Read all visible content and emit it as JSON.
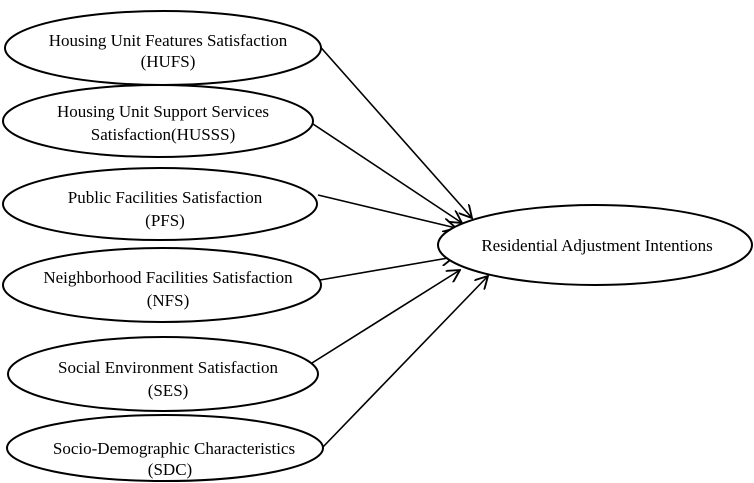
{
  "diagram": {
    "sources": [
      {
        "id": "hufs",
        "line1": "Housing Unit Features Satisfaction",
        "line2": "(HUFS)"
      },
      {
        "id": "husss",
        "line1": "Housing Unit Support Services",
        "line2": "Satisfaction(HUSSS)"
      },
      {
        "id": "pfs",
        "line1": "Public Facilities Satisfaction",
        "line2": "(PFS)"
      },
      {
        "id": "nfs",
        "line1": "Neighborhood Facilities Satisfaction",
        "line2": "(NFS)"
      },
      {
        "id": "ses",
        "line1": "Social Environment Satisfaction",
        "line2": "(SES)"
      },
      {
        "id": "sdc",
        "line1": "Socio-Demographic Characteristics",
        "line2": "(SDC)"
      }
    ],
    "target": {
      "id": "rai",
      "label": "Residential Adjustment Intentions"
    },
    "edges": [
      {
        "from": "hufs",
        "to": "rai"
      },
      {
        "from": "husss",
        "to": "rai"
      },
      {
        "from": "pfs",
        "to": "rai"
      },
      {
        "from": "nfs",
        "to": "rai"
      },
      {
        "from": "ses",
        "to": "rai"
      },
      {
        "from": "sdc",
        "to": "rai"
      }
    ]
  }
}
